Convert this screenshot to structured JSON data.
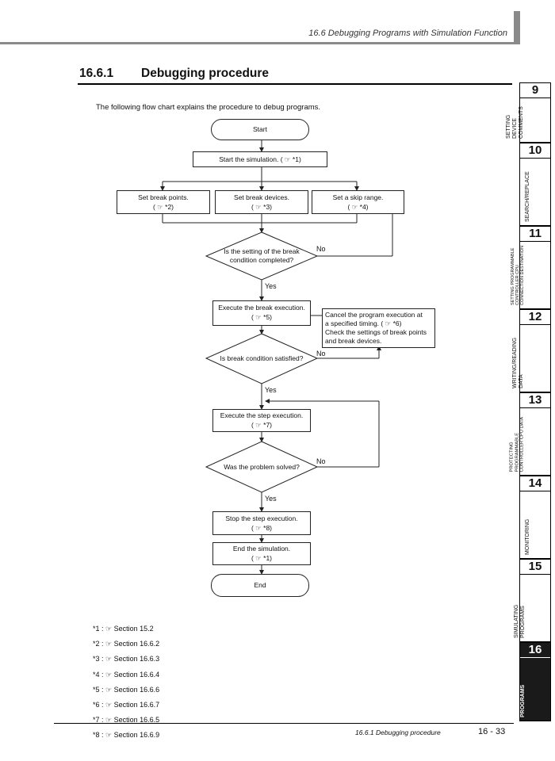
{
  "header": {
    "title": "16.6 Debugging Programs with Simulation Function"
  },
  "section": {
    "number": "16.6.1",
    "title": "Debugging procedure"
  },
  "intro": "The following flow chart explains the procedure to debug programs.",
  "flow": {
    "start": "Start",
    "start_sim": "Start the simulation. (",
    "start_sim_ref": "*1)",
    "break_points": "Set break points.",
    "break_points_ref": "( ☞ *2)",
    "break_devices": "Set break devices.",
    "break_devices_ref": "( ☞ *3)",
    "skip_range": "Set a skip range.",
    "skip_range_ref": "( ☞ *4)",
    "decision1_l1": "Is the setting of the break",
    "decision1_l2": "condition completed?",
    "no": "No",
    "yes": "Yes",
    "break_exec": "Execute the break execution.",
    "break_exec_ref": "( ☞ *5)",
    "cancel_note_l1": "Cancel the program execution at",
    "cancel_note_l2": "a specified timing. ( ☞ *6)",
    "cancel_note_l3": "Check the settings of break points",
    "cancel_note_l4": "and break devices.",
    "decision2": "Is break condition satisfied?",
    "step_exec": "Execute the step execution.",
    "step_exec_ref": "( ☞ *7)",
    "decision3": "Was the problem solved?",
    "stop_step": "Stop the step execution.",
    "stop_step_ref": "( ☞ *8)",
    "end_sim": "End the simulation.",
    "end_sim_ref": "( ☞ *1)",
    "end": "End"
  },
  "references": [
    {
      "key": "*1 :",
      "text": "Section 15.2"
    },
    {
      "key": "*2 :",
      "text": "Section 16.6.2"
    },
    {
      "key": "*3 :",
      "text": "Section 16.6.3"
    },
    {
      "key": "*4 :",
      "text": "Section 16.6.4"
    },
    {
      "key": "*5 :",
      "text": "Section 16.6.6"
    },
    {
      "key": "*6 :",
      "text": "Section 16.6.7"
    },
    {
      "key": "*7 :",
      "text": "Section 16.6.5"
    },
    {
      "key": "*8 :",
      "text": "Section 16.6.9"
    }
  ],
  "footer": {
    "text": "16.6.1 Debugging procedure",
    "page": "16 - 33"
  },
  "side_tabs": [
    {
      "num": "9",
      "label": "SETTING DEVICE COMMENTS"
    },
    {
      "num": "10",
      "label": "SEARCH/REPLACE"
    },
    {
      "num": "11",
      "label": "SETTING PROGRAMMABLE CONTROLLER CPU CONNECTION DESTINATION"
    },
    {
      "num": "12",
      "label": "WRITING/READING DATA"
    },
    {
      "num": "13",
      "label": "PROTECTING PROGRAMMABLE CONTROLLER CPU DATA"
    },
    {
      "num": "14",
      "label": "MONITORING"
    },
    {
      "num": "15",
      "label": "SIMULATING PROGRAMS"
    },
    {
      "num": "16",
      "label": "DEBUGGING PROGRAMS"
    }
  ]
}
